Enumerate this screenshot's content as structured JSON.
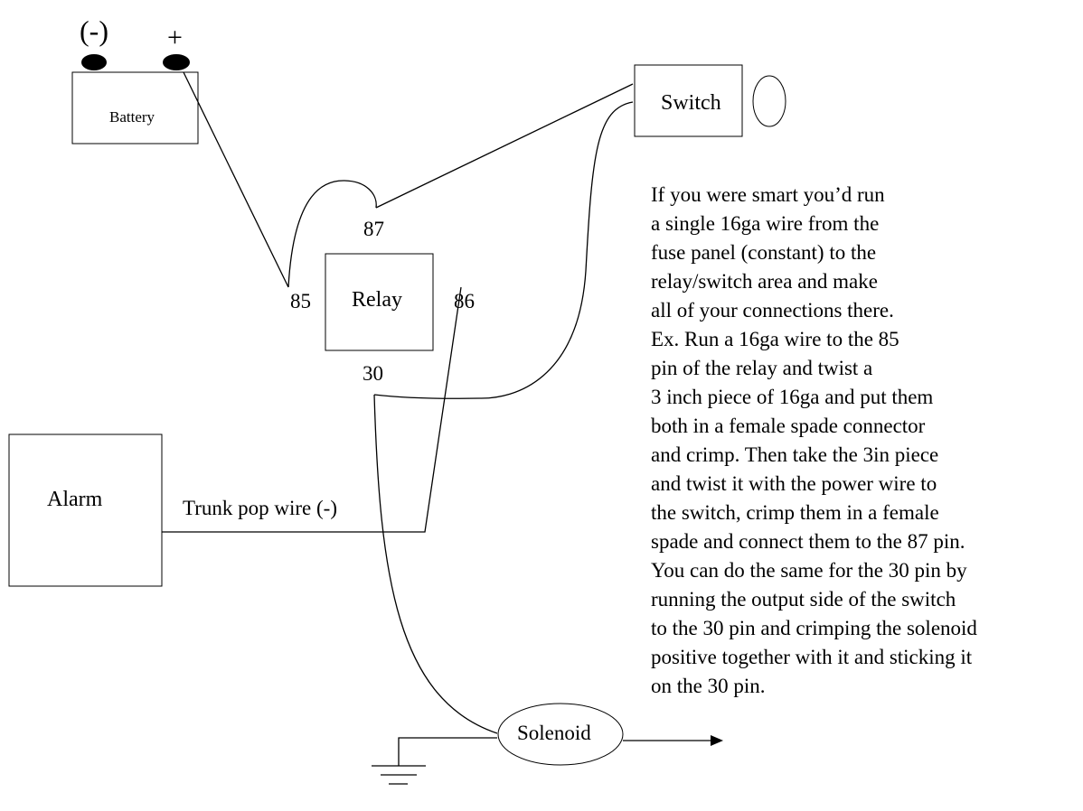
{
  "battery": {
    "label": "Battery",
    "negative_label": "(-)",
    "positive_label": "+"
  },
  "switch": {
    "label": "Switch"
  },
  "relay": {
    "label": "Relay",
    "pin_87": "87",
    "pin_85": "85",
    "pin_86": "86",
    "pin_30": "30"
  },
  "alarm": {
    "label": "Alarm",
    "wire_label": "Trunk pop wire (-)"
  },
  "solenoid": {
    "label": "Solenoid"
  },
  "note": {
    "lines": [
      "If you were smart you’d run",
      "a single 16ga wire from the",
      "fuse panel (constant) to the",
      "relay/switch area and make",
      "all of your connections there.",
      "Ex. Run a 16ga wire to the 85",
      "pin of the relay and twist a",
      "3 inch piece of 16ga and put them",
      "both in a female spade connector",
      "and crimp. Then take the 3in piece",
      "and twist it with the power wire to",
      "the switch, crimp them in a female",
      "spade and connect them to the 87 pin.",
      "You can do the same for the 30 pin by",
      "running the output side of the switch",
      "to the 30 pin and crimping the solenoid",
      "positive together with it and sticking it",
      "on the 30 pin."
    ]
  }
}
